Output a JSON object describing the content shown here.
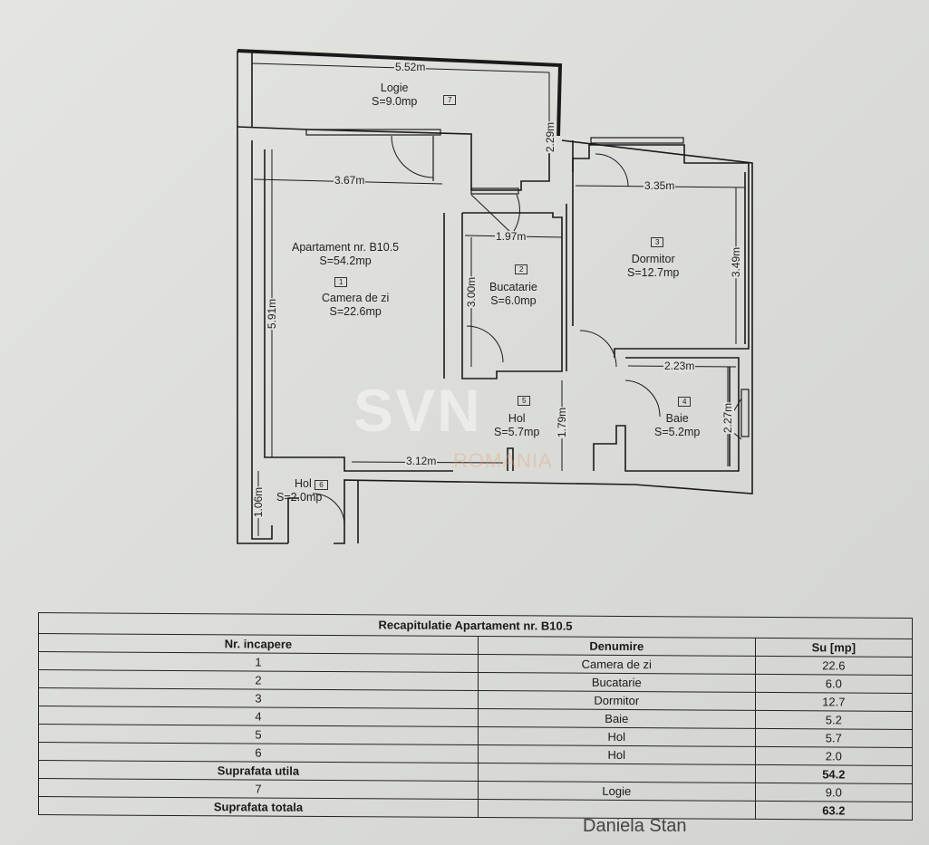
{
  "plan": {
    "apartment_label": "Apartament nr. B10.5",
    "apartment_area": "S=54.2mp",
    "rooms": [
      {
        "number": "1",
        "name": "Camera de zi",
        "area": "S=22.6mp"
      },
      {
        "number": "2",
        "name": "Bucatarie",
        "area": "S=6.0mp"
      },
      {
        "number": "3",
        "name": "Dormitor",
        "area": "S=12.7mp"
      },
      {
        "number": "4",
        "name": "Baie",
        "area": "S=5.2mp"
      },
      {
        "number": "5",
        "name": "Hol",
        "area": "S=5.7mp"
      },
      {
        "number": "6",
        "name": "Hol",
        "area": "S=2.0mp"
      },
      {
        "number": "7",
        "name": "Logie",
        "area": "S=9.0mp"
      }
    ],
    "dimensions": {
      "logie_width": "5.52m",
      "logie_depth": "2.29m",
      "living_width": "3.67m",
      "living_depth": "5.91m",
      "kitchen_width": "1.97m",
      "kitchen_depth": "3.00m",
      "bedroom_width": "3.35m",
      "bedroom_depth": "3.49m",
      "bath_width": "2.23m",
      "bath_depth": "2.27m",
      "hall_width": "3.12m",
      "hall_depth": "1.79m",
      "entry_depth": "1.06m"
    },
    "watermark": {
      "brand": "SVN",
      "sub": "ROMANIA"
    }
  },
  "table": {
    "title": "Recapitulatie Apartament nr. B10.5",
    "headers": [
      "Nr. incapere",
      "Denumire",
      "Su [mp]"
    ],
    "rows": [
      [
        "1",
        "Camera de zi",
        "22.6"
      ],
      [
        "2",
        "Bucatarie",
        "6.0"
      ],
      [
        "3",
        "Dormitor",
        "12.7"
      ],
      [
        "4",
        "Baie",
        "5.2"
      ],
      [
        "5",
        "Hol",
        "5.7"
      ],
      [
        "6",
        "Hol",
        "2.0"
      ]
    ],
    "subtotal": {
      "label": "Suprafata utila",
      "value": "54.2"
    },
    "extra_row": [
      "7",
      "Logie",
      "9.0"
    ],
    "total": {
      "label": "Suprafata totala",
      "value": "63.2"
    }
  },
  "signature": "Daniela Stan"
}
